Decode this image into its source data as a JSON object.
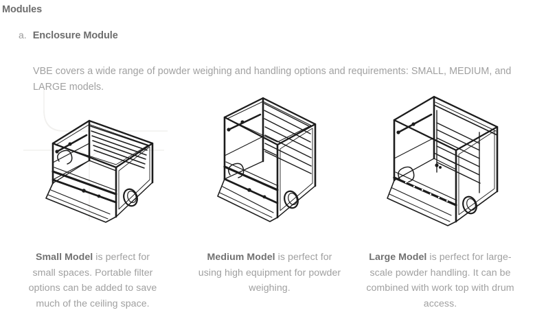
{
  "heading": "Modules",
  "list_item": {
    "marker": "a.",
    "title": "Enclosure Module"
  },
  "intro_paragraph": "VBE covers a wide range of powder weighing and handling options and requirements: SMALL, MEDIUM, and LARGE models.",
  "figures": [
    {
      "id": "small-model",
      "drawing_name": "small-model-enclosure-drawing",
      "caption_bold": "Small Model",
      "caption_rest": " is perfect for small spaces. Portable filter options can be added to save much of the ceiling space."
    },
    {
      "id": "medium-model",
      "drawing_name": "medium-model-enclosure-drawing",
      "caption_bold": "Medium Model",
      "caption_rest": " is perfect for using high equipment for powder weighing."
    },
    {
      "id": "large-model",
      "drawing_name": "large-model-enclosure-drawing",
      "caption_bold": "Large Model",
      "caption_rest": " is perfect for large-scale powder handling. It can be combined with work top with drum access."
    }
  ],
  "colors": {
    "page_background": "#ffffff",
    "heading_text": "#6d6d6d",
    "body_text": "#a0a0a0",
    "marker_text": "#9b9b9b",
    "caption_bold_text": "#717171",
    "drawing_stroke": "#1c1c1c",
    "watermark_stroke": "#f0efed"
  }
}
